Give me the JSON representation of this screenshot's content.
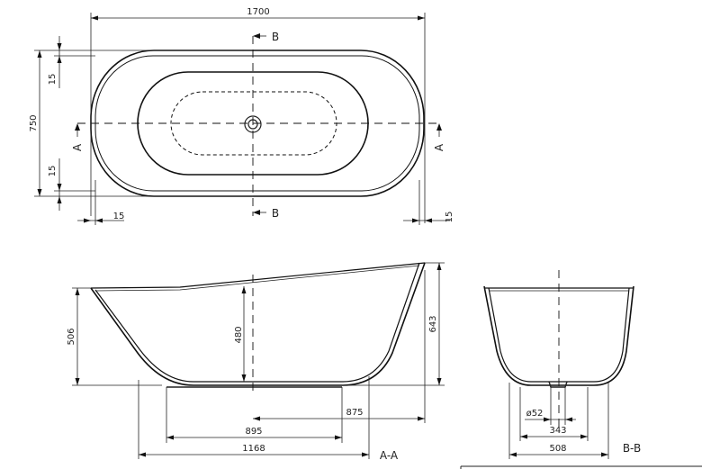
{
  "top_view": {
    "overall_length": "1700",
    "overall_width": "750",
    "rim_offset_top": "15",
    "rim_offset_bottom": "15",
    "rim_offset_left": "15",
    "rim_offset_right": "15",
    "section_a": "A",
    "section_b": "B"
  },
  "side_view": {
    "height_low_end": "506",
    "interior_depth": "480",
    "height_high_end": "643",
    "drain_to_end": "875",
    "base_inner": "895",
    "base_outer": "1168",
    "view_label": "A-A"
  },
  "end_view": {
    "drain_diameter": "ø52",
    "base_width_inner": "343",
    "base_width_outer": "508",
    "view_label": "B-B"
  }
}
